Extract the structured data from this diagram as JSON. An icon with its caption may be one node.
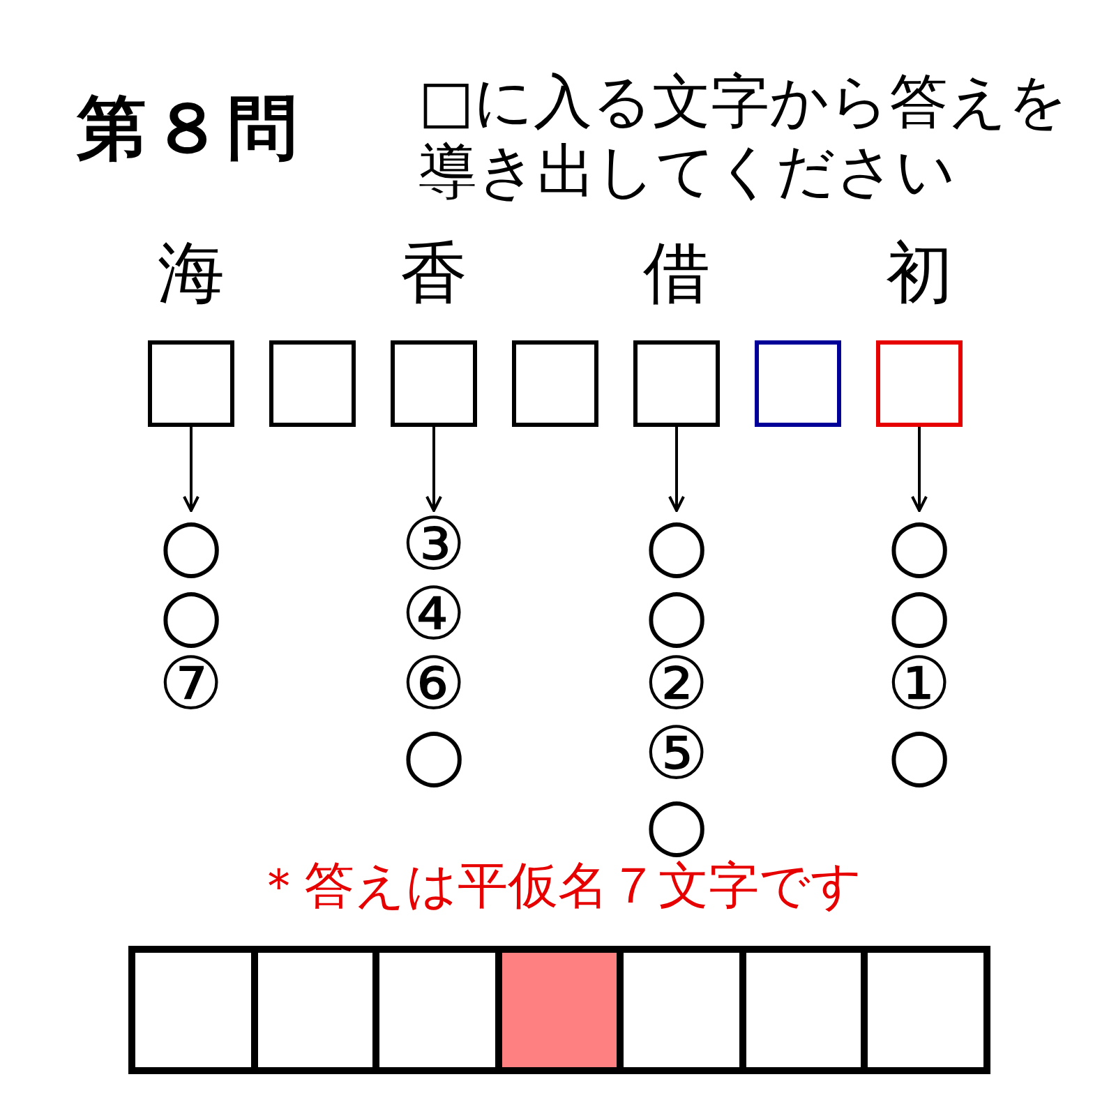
{
  "diagram": {
    "title": "第８問",
    "nodes": [
      {
        "text": [],
        "shape": "box",
        "beside": [
          "海"
        ]
      },
      {
        "text": [],
        "shape": "box"
      },
      {
        "text": [],
        "shape": "box",
        "beside": [
          "香"
        ]
      },
      {
        "text": [],
        "shape": "box"
      },
      {
        "text": [],
        "shape": "box",
        "beside": [
          "借"
        ]
      },
      {
        "text": [],
        "shape": "box"
      },
      {
        "text": [],
        "shape": "box",
        "beside": [
          "初"
        ]
      },
      {
        "text": [
          "○",
          "○",
          "⑦"
        ]
      },
      {
        "text": [
          "③",
          "④",
          "⑥",
          "○"
        ]
      },
      {
        "text": [
          "○",
          "○",
          "②",
          "⑤",
          "○"
        ]
      },
      {
        "text": [
          "○",
          "○",
          "①",
          "○"
        ]
      },
      {
        "text": [],
        "shape": "box"
      },
      {
        "text": [],
        "shape": "box"
      },
      {
        "text": [],
        "shape": "box"
      },
      {
        "text": [],
        "shape": "box"
      },
      {
        "text": [],
        "shape": "box"
      },
      {
        "text": [],
        "shape": "box"
      },
      {
        "text": [],
        "shape": "box"
      }
    ],
    "edges": [
      {
        "from": 0,
        "to": 7,
        "arrow": "to"
      },
      {
        "from": 2,
        "to": 8,
        "arrow": "to"
      },
      {
        "from": 4,
        "to": 9,
        "arrow": "to"
      },
      {
        "from": 6,
        "to": 10,
        "arrow": "to"
      }
    ],
    "labels": [
      "□に入る文字から答えを導き出してください",
      "＊答えは平仮名７文字です"
    ]
  }
}
